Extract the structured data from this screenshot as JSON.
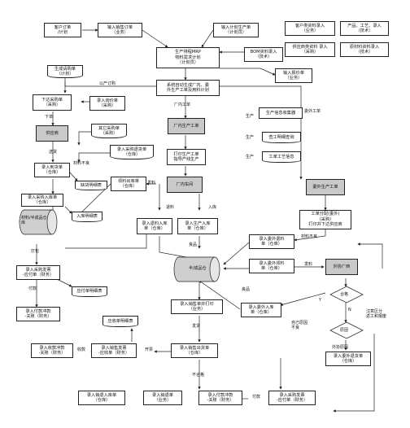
{
  "nodes": {
    "customer_order": "客户订单\n/计划",
    "input_sales_order": "输入销售订单\n（业务）",
    "input_plan_order": "输入计划生产单\n（计划员）",
    "mrp": "生产排程MRP\n物料需求计划\n（计划员）",
    "bom": "BOM资料录入\n（技术）",
    "customer_info": "客户类资料录入\n（业务）",
    "product_process": "产品、工艺、录入\n（技术）",
    "supplier_info": "供应商类资料 录入\n（采购）",
    "material_info": "原材料资料录入\n（技术）",
    "quote": "输入报价单\n（业务）",
    "gen_purchase": "生成请购单\n（计划）",
    "system_auto": "系统自动生成厂内、委\n外生产工单及用料计划",
    "issue_purchase": "下达采购单\n（采购）",
    "inquiry": "录入询价单\n（采购）",
    "supplier": "供应商",
    "other_purchase": "其它采购单\n（采购）",
    "purchase_return": "录入采购退货单\n（仓库）",
    "arrival": "录入到货单\n（仓库）",
    "shortage_detail": "缺货明细表",
    "material_issue": "领料出库单\n（仓库）",
    "factory_workshop": "厂内车间",
    "factory_order": "厂内生产工单",
    "print_order": "打印生产工单\n指导产线生产",
    "prod_info_collect": "生产信息收集器",
    "quality_query": "查工明细查询",
    "process_info": "工单工艺信息",
    "outsource_order": "委外生产工单",
    "purchase_in": "录入采购入库单\n（仓库）",
    "in_detail": "入库明细表",
    "return_in": "录入退料入库\n单（仓库）",
    "prod_in": "录入生产入库\n单（仓库）",
    "material_wh": "材料/半成品仓\n库",
    "out_return": "录入委外退料\n单（仓库）",
    "out_issue": "录入委外领料\n单（仓库）",
    "out_plant": "外协厂商",
    "out_notice": "工单分配(委外)\n（采购）\n打印并下达供应商",
    "finished_wh": "半/成品仓",
    "purchase_invoice": "录入采购发票\n-应付单（财务）",
    "payable_detail": "应付单明细表",
    "pay_voucher": "录入付款冲款\n-关账（财务）",
    "print_sales_out": "录入销售单并打印\n（业务）",
    "qualified": "合格",
    "reason": "原因",
    "out_in": "录入委外入库\n单（仓库）",
    "ship": "录入销售出货单\n（仓库）",
    "receive_voucher": "录入收款冲款\n-关账（财务）",
    "sales_invoice": "录入销售发票\n-应收单（财务）",
    "receivable_detail": "应收单明细表",
    "out_ship": "录入委外退货单\n（仓库）",
    "sales_return_in": "录入销退入库单\n（仓库）",
    "sales_return": "录入销退单\n（业务）",
    "pay_voucher2": "录入付款冲款\n-关账（财务）",
    "purchase_invoice2": "录入采购发票\n-应付单（财务）"
  },
  "labels": {
    "prod1": "生产",
    "prod2": "生产",
    "prod3": "生产",
    "purchase_to": "以产订购",
    "issue_down": "下单",
    "ship_goods": "送货",
    "material_short": "材料不良",
    "in_factory_order": "厂内工单",
    "out_order": "委外工单",
    "issue": "发料",
    "return_mat": "退料",
    "in_stock": "入库",
    "bad_material": "材料不良",
    "good": "良品",
    "good2": "良品",
    "issue2": "发料",
    "deliver": "发货",
    "pass_yes": "Y",
    "pass_no": "N",
    "reason_own": "自己原因\n不良",
    "out_reason": "外协原因",
    "note": "注意区分\n返工和报废",
    "invoice": "开票",
    "receive": "收款",
    "pay": "付款",
    "pay2": "付款",
    "bad": "不合格",
    "pack": "打包"
  }
}
